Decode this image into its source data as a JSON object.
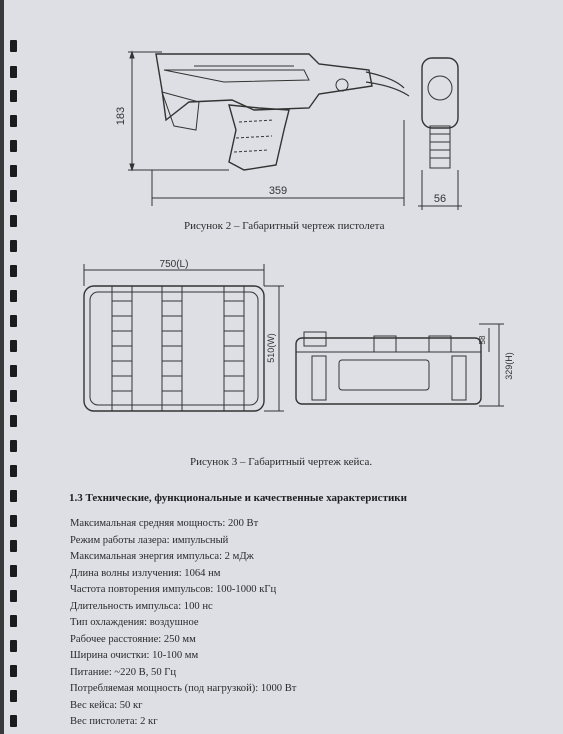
{
  "figure2": {
    "dim_height": "183",
    "dim_length": "359",
    "dim_width": "56",
    "caption": "Рисунок 2 – Габаритный чертеж пистолета"
  },
  "figure3": {
    "dim_length": "750(L)",
    "dim_width": "510(W)",
    "dim_height": "329(H)",
    "dim_small": "58",
    "caption": "Рисунок 3 – Габаритный чертеж кейса."
  },
  "section": {
    "title": "1.3 Технические, функциональные и качественные характеристики",
    "specs": [
      "Максимальная средняя мощность: 200 Вт",
      "Режим работы лазера: импульсный",
      "Максимальная энергия импульса: 2 мДж",
      "Длина волны излучения: 1064 нм",
      "Частота повторения импульсов: 100-1000 кГц",
      "Длительность импульса: 100 нс",
      "Тип охлаждения: воздушное",
      "Рабочее расстояние: 250 мм",
      "Ширина очистки: 10-100 мм",
      "Питание: ~220 В, 50 Гц",
      "Потребляемая мощность (под нагрузкой): 1000 Вт",
      "Вес кейса: 50 кг",
      "Вес пистолета: 2 кг"
    ]
  }
}
